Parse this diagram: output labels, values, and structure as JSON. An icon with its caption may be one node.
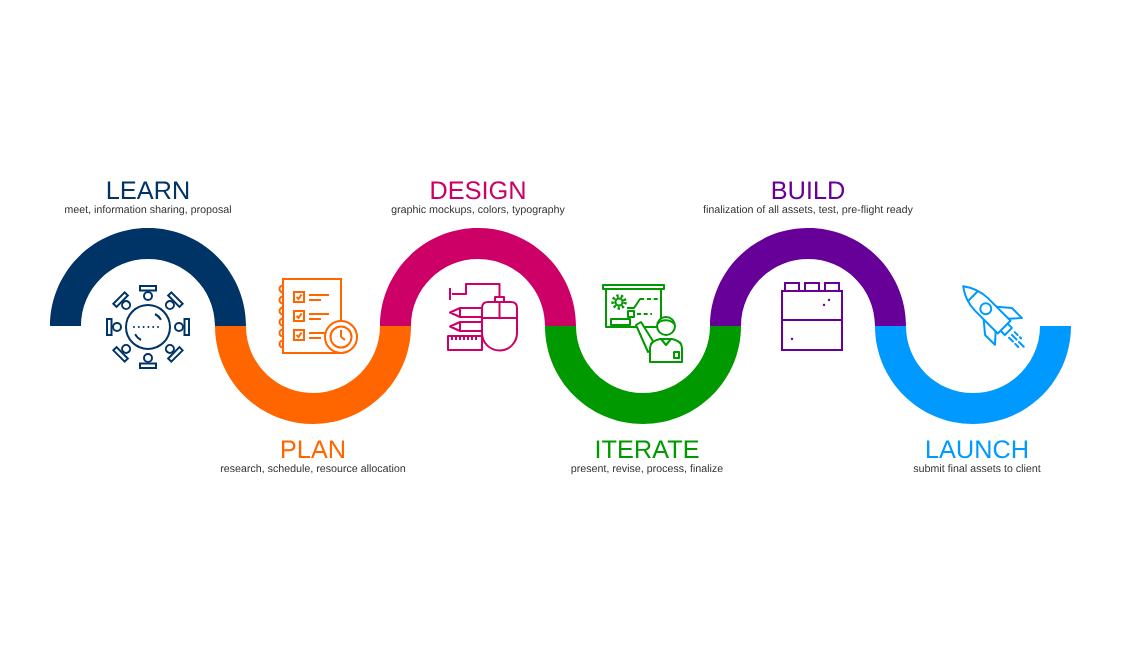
{
  "diagram": {
    "nodes": [
      {
        "text": [
          "LEARN",
          "meet, information sharing, proposal"
        ]
      },
      {
        "text": [
          "PLAN",
          "research, schedule, resource allocation"
        ]
      },
      {
        "text": [
          "DESIGN",
          "graphic mockups, colors, typography"
        ]
      },
      {
        "text": [
          "ITERATE",
          "present, revise, process, finalize"
        ]
      },
      {
        "text": [
          "BUILD",
          "finalization of all assets, test, pre-flight ready"
        ]
      },
      {
        "text": [
          "LAUNCH",
          "submit final assets to client"
        ]
      }
    ]
  }
}
